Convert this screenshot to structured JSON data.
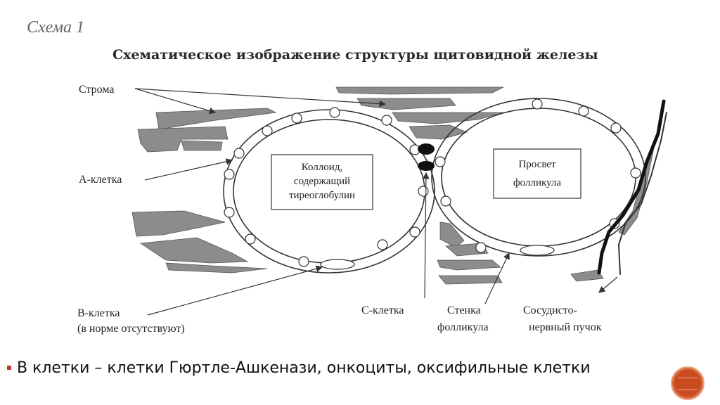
{
  "scheme_number": "Схема 1",
  "title": "Схематическое изображение структуры щитовидной железы",
  "labels": {
    "stroma": "Строма",
    "a_cell": "А-клетка",
    "b_cell": "В-клетка",
    "b_cell_note": "(в норме отсутствуют)",
    "c_cell": "С-клетка",
    "follicle_wall_1": "Стенка",
    "follicle_wall_2": "фолликула",
    "neurovascular_1": "Сосудисто-",
    "neurovascular_2": "нервный пучок"
  },
  "colloid_box": [
    "Коллоид,",
    "содержащий",
    "тиреоглобулин"
  ],
  "lumen_box": [
    "Просвет",
    "фолликула"
  ],
  "bullet": "В клетки – клетки Гюртле-Ашкенази, онкоциты, оксифильные клетки",
  "colors": {
    "stroma_fill": "#8c8c8c",
    "accent_bullet": "#c0392b",
    "button": "#c84a1e"
  },
  "icons": {
    "corner_button": "circle-button-icon"
  }
}
